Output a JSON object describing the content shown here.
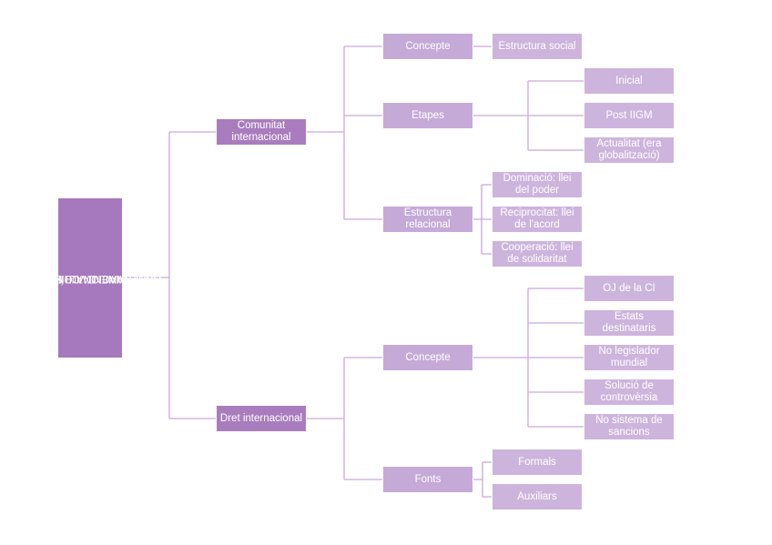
{
  "root": {
    "label_lines": [
      "TEMA 1. LA COMUNITAT",
      "INTERNACIONAL I EL SEU",
      "ORDENAMENT JURÍDIC"
    ]
  },
  "branches": [
    {
      "label": "Comunitat internacional",
      "children": [
        {
          "label": "Concepte",
          "children": [
            "Estructura social"
          ]
        },
        {
          "label": "Etapes",
          "children": [
            "Inicial",
            "Post IIGM",
            "Actualitat (era globalització)"
          ]
        },
        {
          "label": "Estructura relacional",
          "children": [
            "Dominació: llei del poder",
            "Reciprocitat: llei de l'acord",
            "Cooperació: llei de solidaritat"
          ]
        }
      ]
    },
    {
      "label": "Dret internacional",
      "children": [
        {
          "label": "Concepte",
          "children": [
            "OJ de la CI",
            "Estats destinataris",
            "No legislador mundial",
            "Solució de controvèrsia",
            "No sistema de sancions"
          ]
        },
        {
          "label": "Fonts",
          "children": [
            "Formals",
            "Auxiliars"
          ]
        }
      ]
    }
  ],
  "colors": {
    "root": "#a678bd",
    "level1": "#a97dbd",
    "level2": "#c5aad8",
    "level3": "#cdb4dc",
    "connector": "#c9a8dc"
  }
}
